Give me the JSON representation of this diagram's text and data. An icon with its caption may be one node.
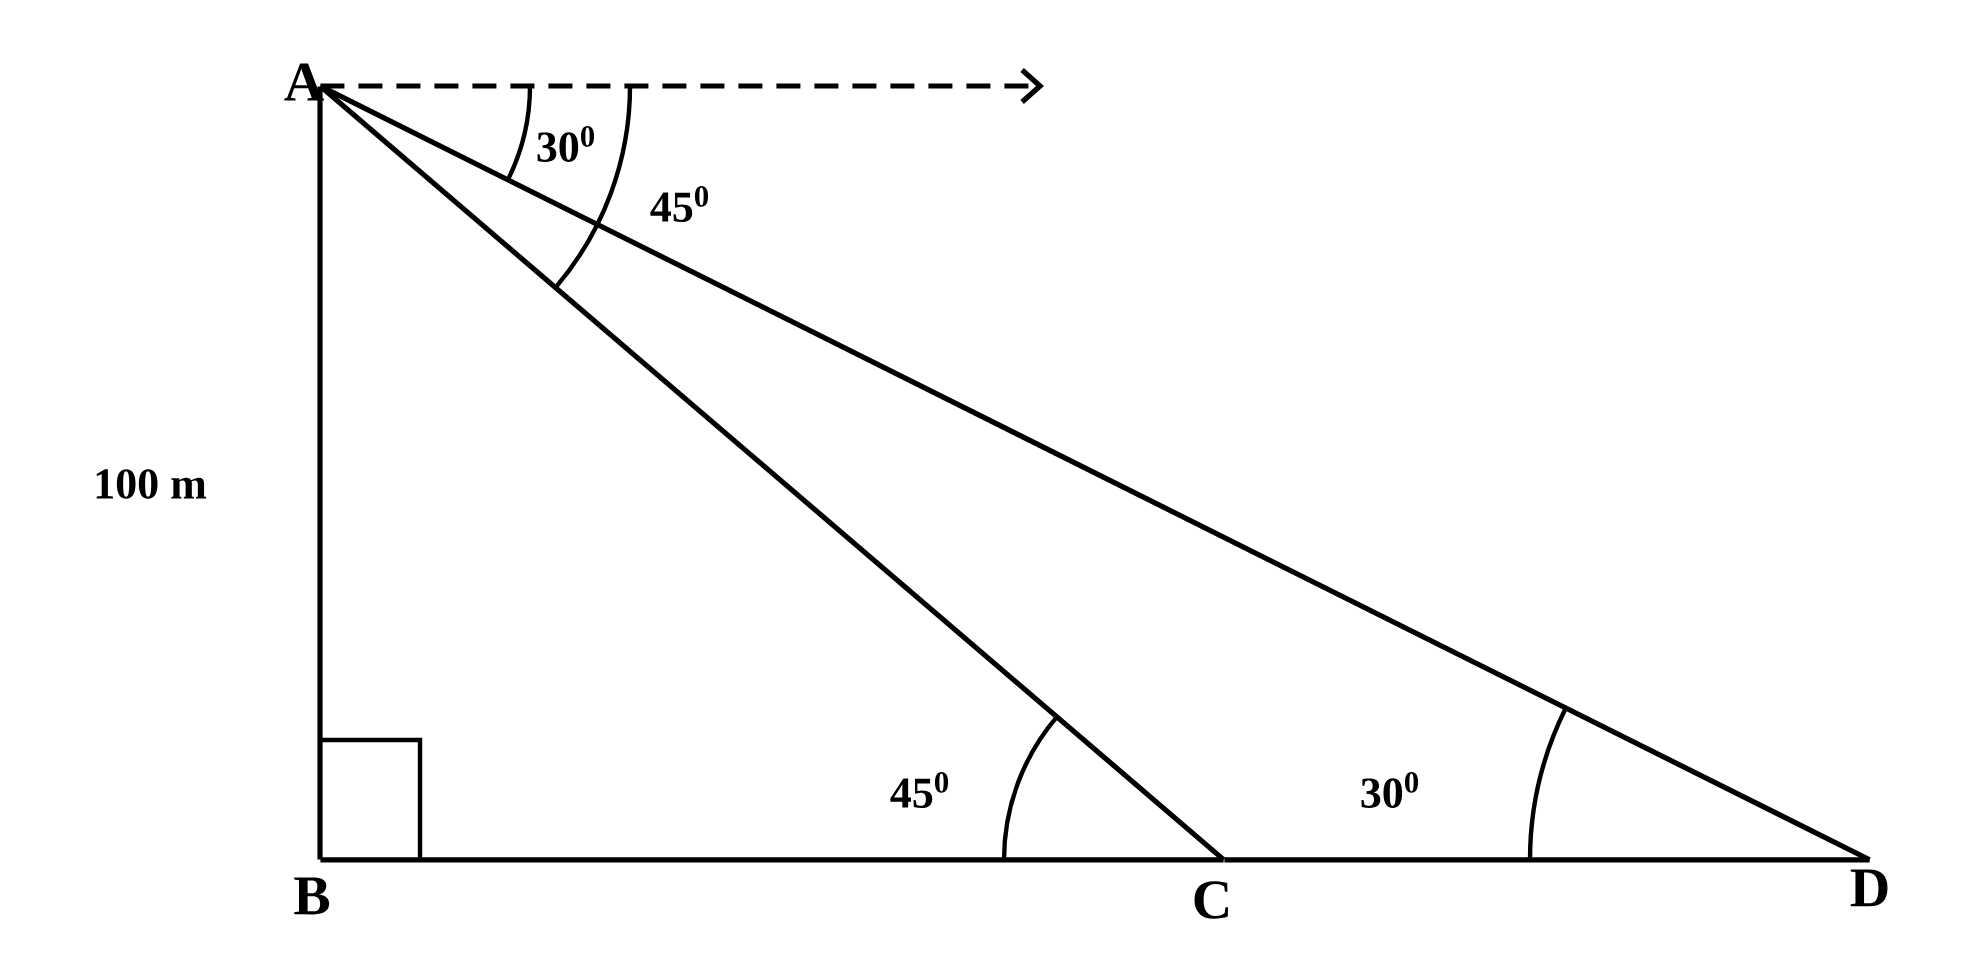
{
  "diagram": {
    "nodes": [
      {
        "text": [
          "A"
        ]
      },
      {
        "text": [
          "B"
        ]
      },
      {
        "text": [
          "C"
        ]
      },
      {
        "text": [
          "D"
        ]
      }
    ],
    "edges": [
      {
        "from": 0,
        "to": null,
        "arrow": "to",
        "style": "dashed"
      },
      {
        "from": 0,
        "to": 1,
        "arrow": "none"
      },
      {
        "from": 1,
        "to": 2,
        "arrow": "none"
      },
      {
        "from": 2,
        "to": 3,
        "arrow": "none"
      },
      {
        "from": 0,
        "to": 2,
        "arrow": "none"
      },
      {
        "from": 0,
        "to": 3,
        "arrow": "none"
      }
    ],
    "labels": [
      "30$^{0}$",
      "45$^{0}$",
      "100 m",
      "45$^{0}$",
      "30$^{0}$"
    ]
  }
}
